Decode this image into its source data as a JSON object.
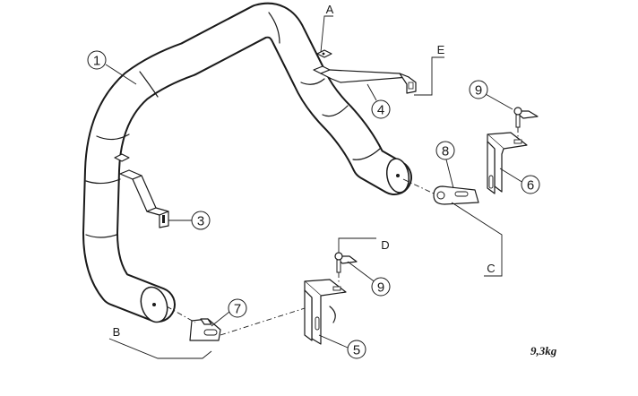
{
  "callouts": {
    "c1": "1",
    "c3": "3",
    "c4": "4",
    "c5": "5",
    "c6": "6",
    "c7": "7",
    "c8": "8",
    "c9a": "9",
    "c9b": "9"
  },
  "letters": {
    "a": "A",
    "b": "B",
    "c": "C",
    "d": "D",
    "e": "E"
  },
  "weight": "9,3kg"
}
